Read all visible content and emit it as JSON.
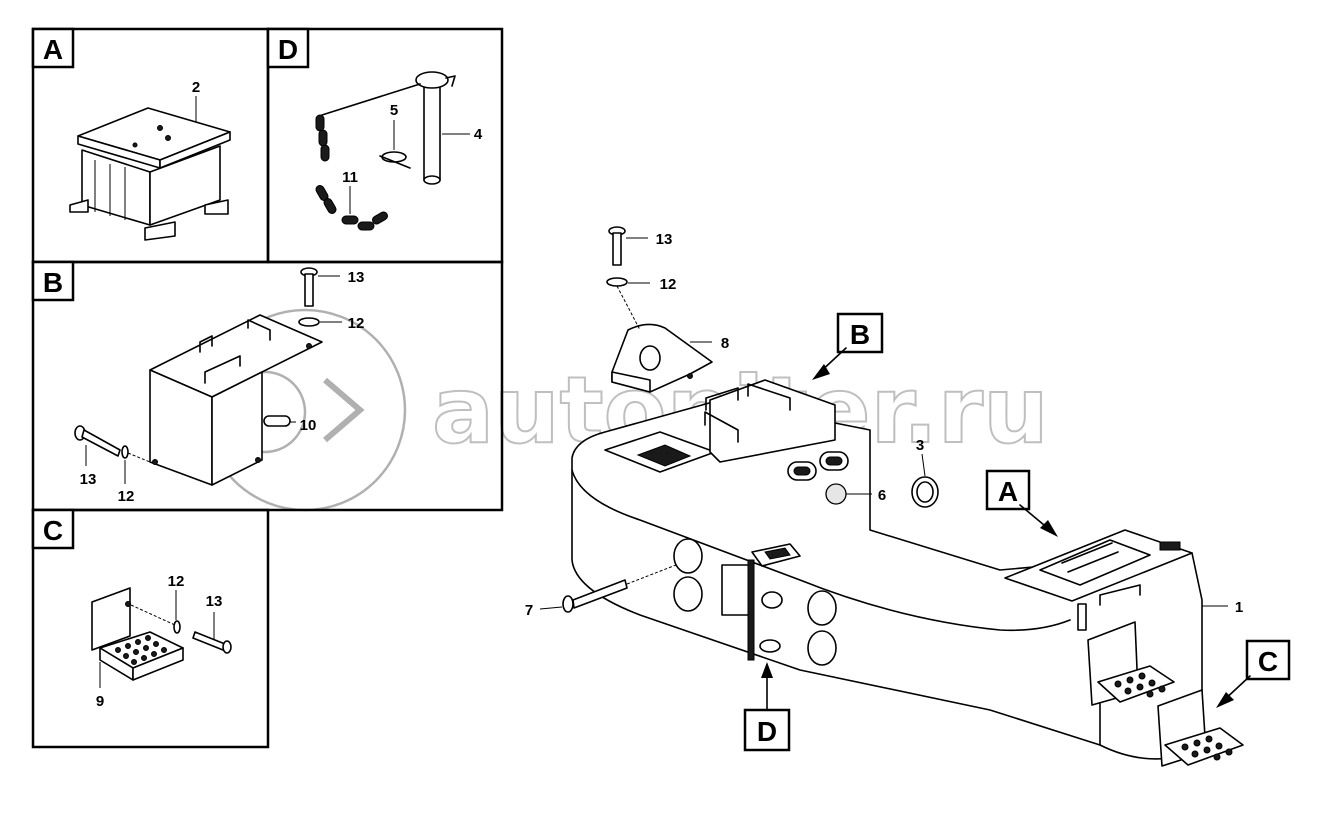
{
  "watermark": {
    "text": "autopiter.ru"
  },
  "panels": {
    "A": {
      "tag": "A",
      "callouts": [
        "2"
      ]
    },
    "D": {
      "tag": "D",
      "callouts": [
        "5",
        "4",
        "11"
      ]
    },
    "B": {
      "tag": "B",
      "callouts": [
        "13",
        "12",
        "10",
        "13",
        "12"
      ]
    },
    "C": {
      "tag": "C",
      "callouts": [
        "12",
        "13",
        "9"
      ]
    }
  },
  "main": {
    "tags": [
      "B",
      "A",
      "C",
      "D"
    ],
    "callouts": [
      "13",
      "12",
      "8",
      "3",
      "6",
      "1",
      "7"
    ]
  },
  "colors": {
    "line": "#000000",
    "watermark": "#b0b0b0",
    "background": "#ffffff"
  }
}
